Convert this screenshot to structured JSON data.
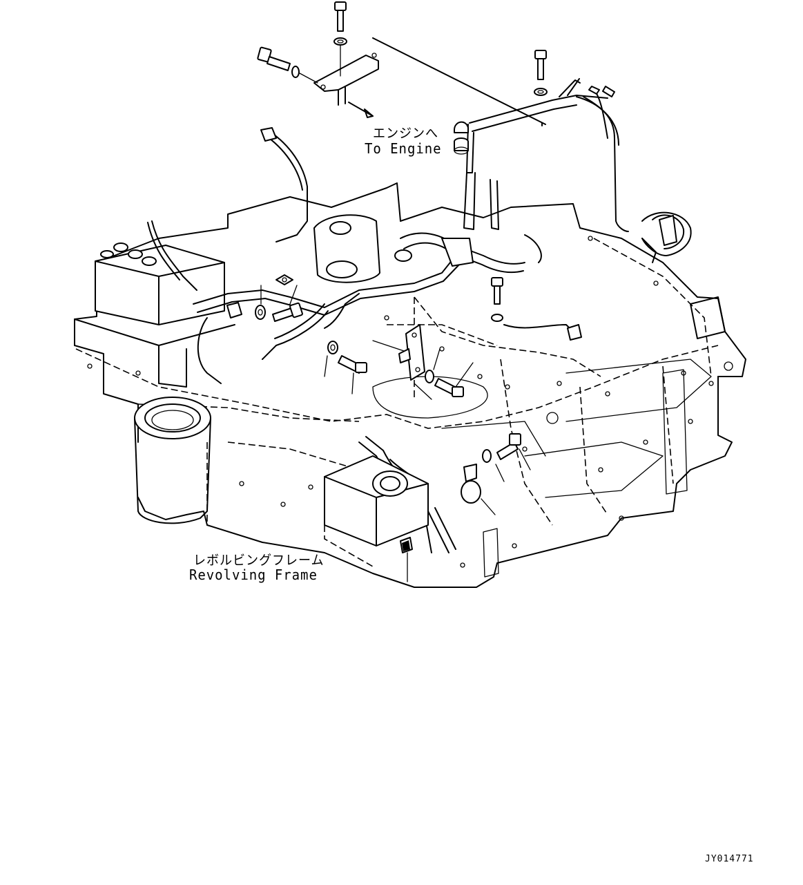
{
  "labels": {
    "to_engine_jp": "エンジンへ",
    "to_engine_en": "To Engine",
    "frame_jp": "レボルビングフレーム",
    "frame_en": "Revolving Frame",
    "drawing_code": "JY014771"
  }
}
